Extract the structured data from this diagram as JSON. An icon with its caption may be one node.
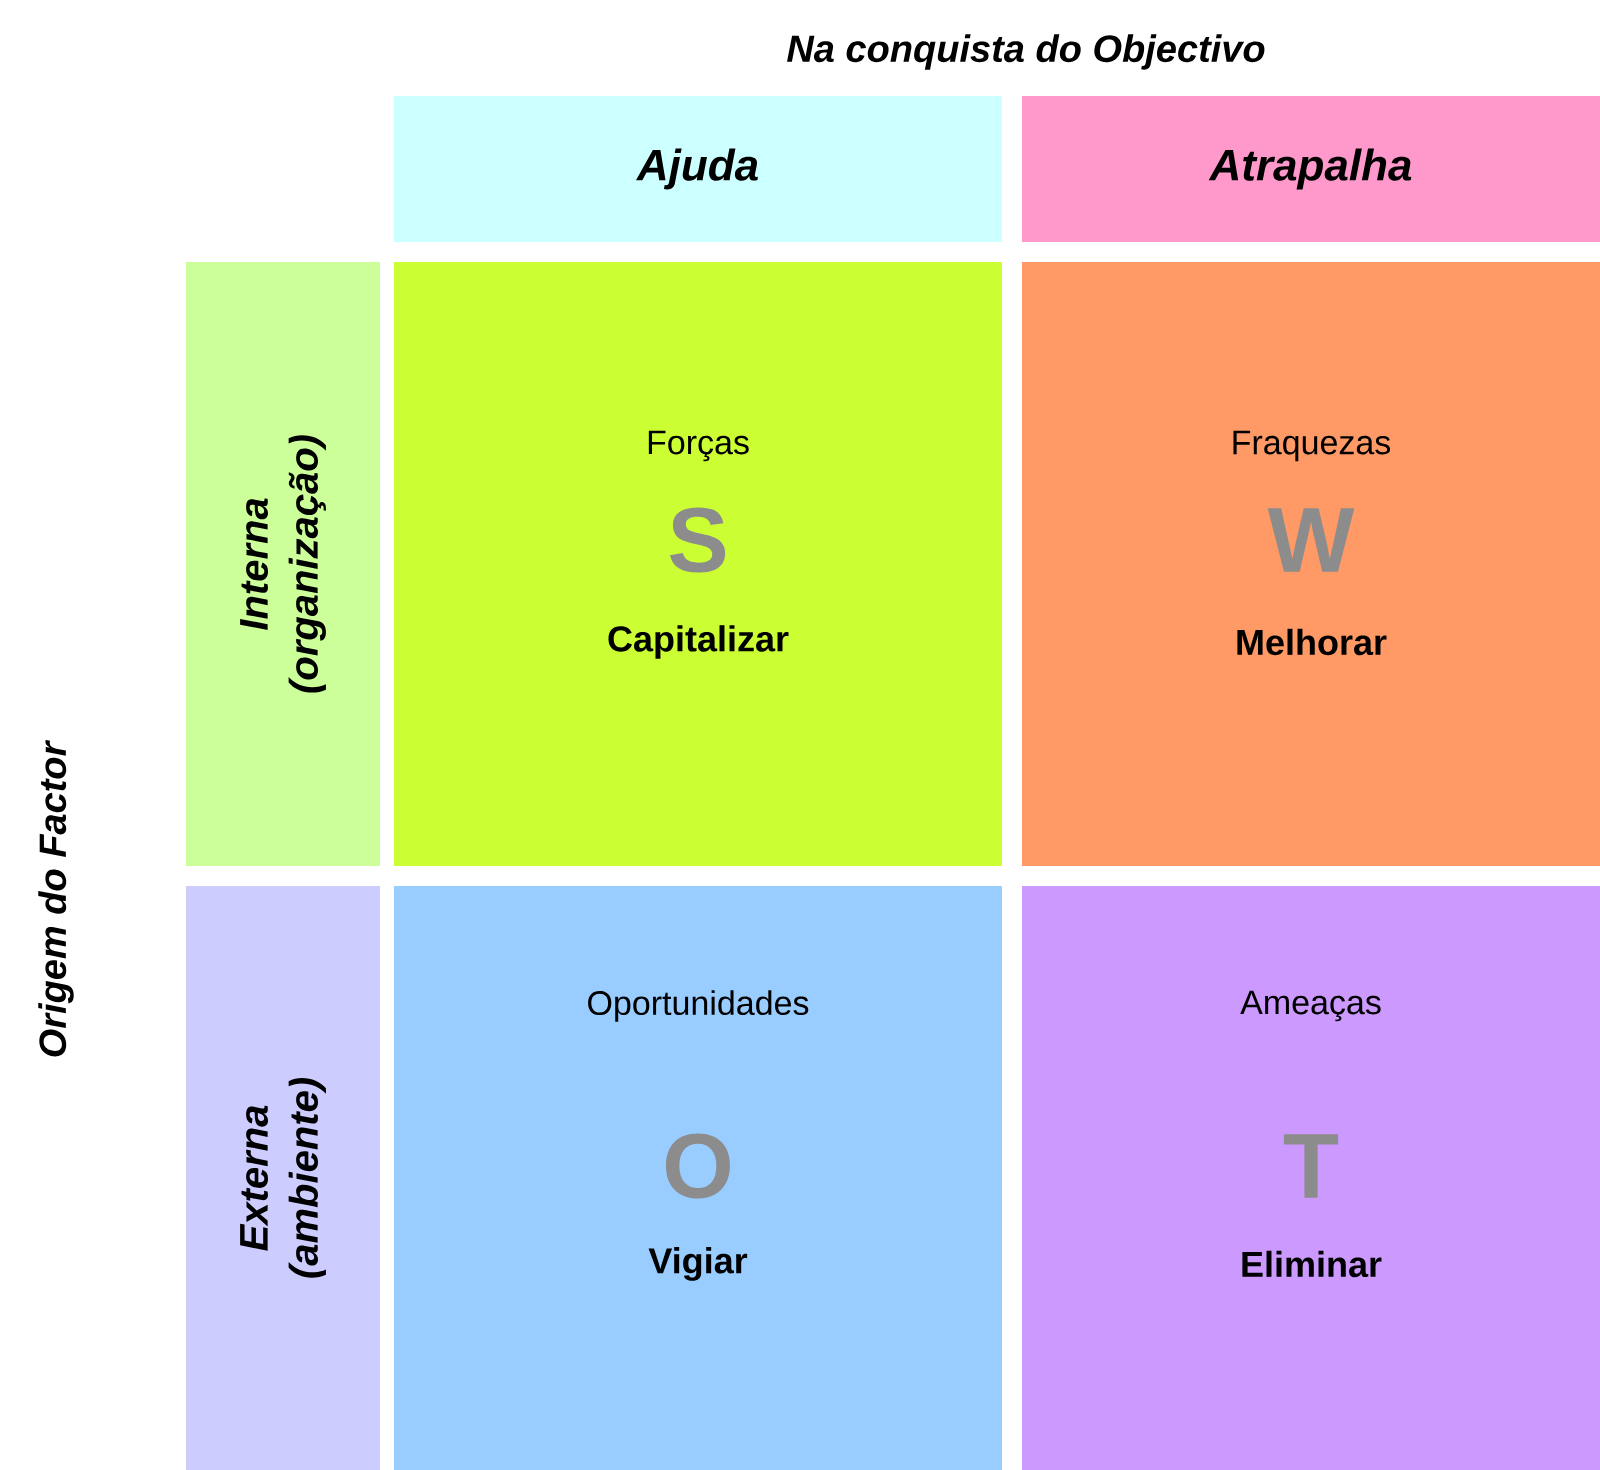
{
  "diagram": {
    "nodes": [
      {
        "text": [
          "Ajuda"
        ]
      },
      {
        "text": [
          "Atrapalha"
        ]
      },
      {
        "text": [
          "Interna (organização)"
        ]
      },
      {
        "text": [
          "Externa (ambiente)"
        ]
      },
      {
        "text": [
          "Forças",
          "S",
          "Capitalizar"
        ]
      },
      {
        "text": [
          "Fraquezas",
          "W",
          "Melhorar"
        ]
      },
      {
        "text": [
          "Oportunidades",
          "O",
          "Vigiar"
        ]
      },
      {
        "text": [
          "Ameaças",
          "T",
          "Eliminar"
        ]
      }
    ],
    "labels": [
      "Na conquista do Objectivo",
      "Origem do Factor"
    ]
  }
}
